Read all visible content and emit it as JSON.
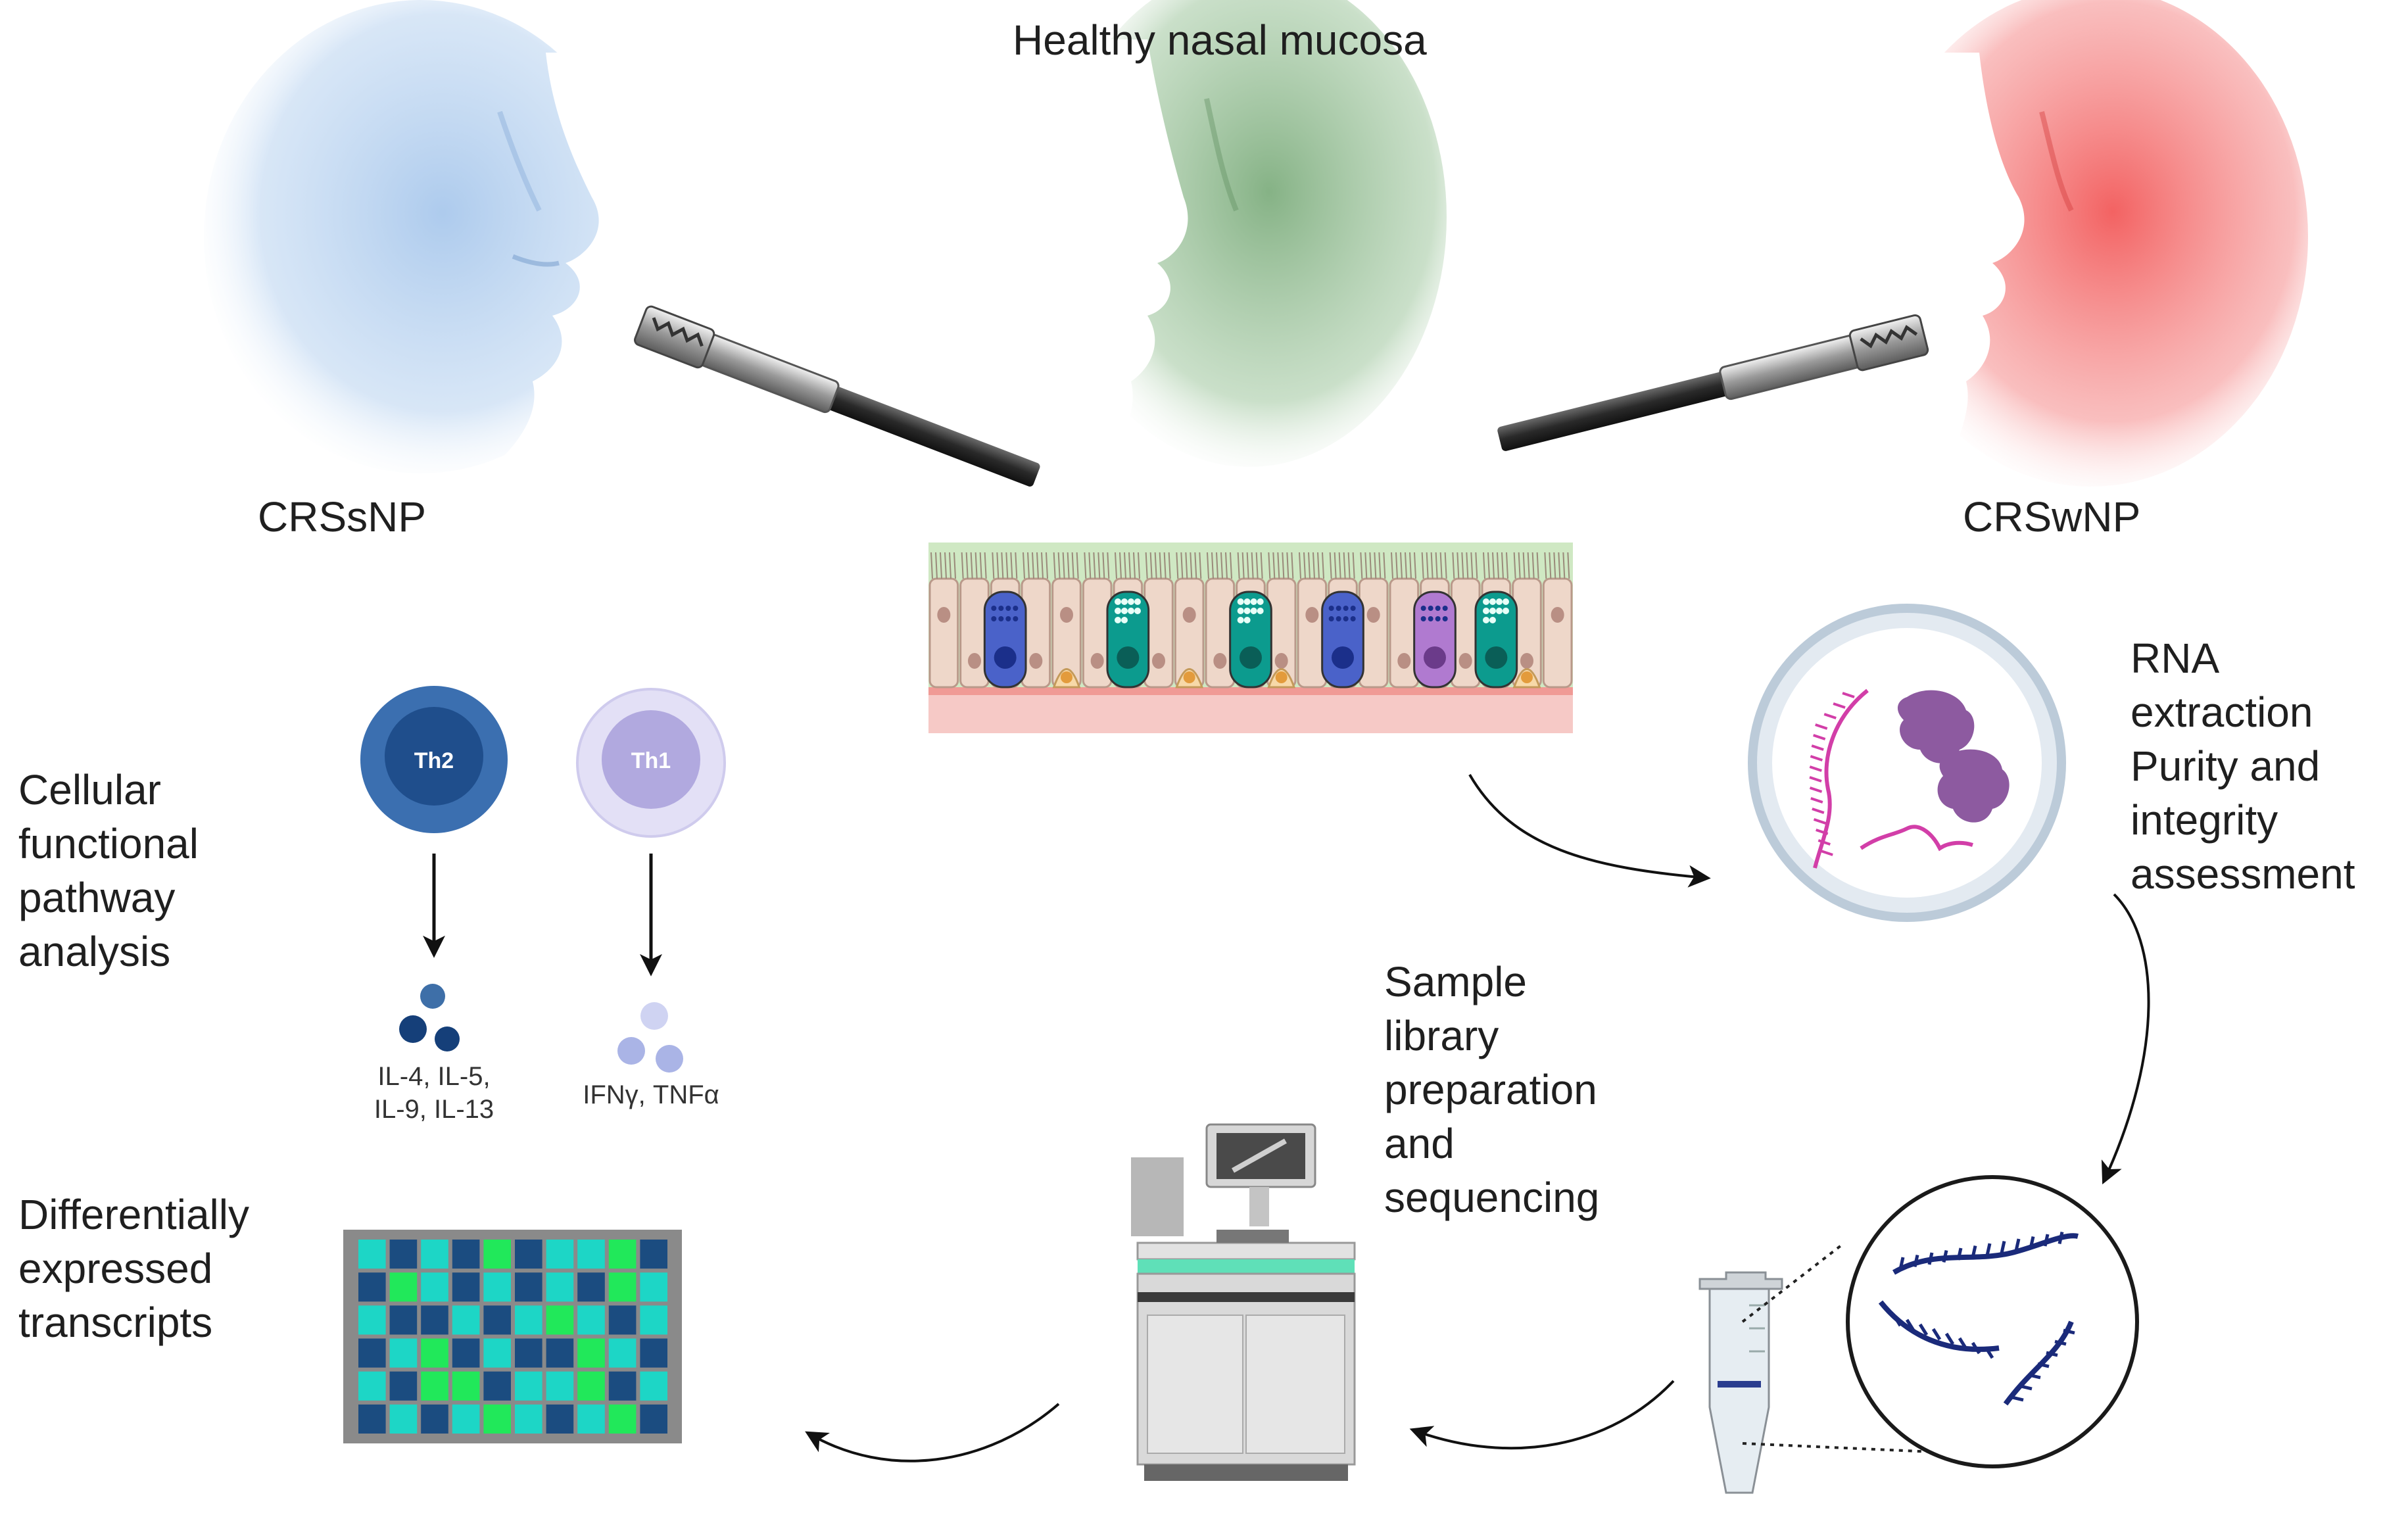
{
  "title": "Healthy nasal mucosa",
  "left_group": "CRSsNP",
  "right_group": "CRSwNP",
  "rna_step": "RNA\nextraction\nPurity and\nintegrity\nassessment",
  "library_step": "Sample\nlibrary\npreparation\nand\nsequencing",
  "pathway_step": "Cellular\nfunctional\npathway\nanalysis",
  "dge_step": "Differentially\nexpressed\ntranscripts",
  "th2": {
    "label": "Th2",
    "cytokines": "IL-4, IL-5,\nIL-9, IL-13"
  },
  "th1": {
    "label": "Th1",
    "cytokines": "IFNγ, TNFα"
  },
  "colors": {
    "crssnp": "#a9c8ec",
    "healthy": "#7fae7f",
    "crswnp": "#f25a5a",
    "th2": "#1f4e8c",
    "th1": "#c8c4ea",
    "heat_navy": "#1b4c80",
    "heat_cyan": "#1dd6c6",
    "heat_green": "#21e85a"
  },
  "icons": [
    "nose-profile-icon",
    "biopsy-forceps-icon",
    "epithelium-icon",
    "rna-molecule-icon",
    "microtube-icon",
    "sequencer-icon",
    "heatmap-icon",
    "arrow-icon"
  ]
}
